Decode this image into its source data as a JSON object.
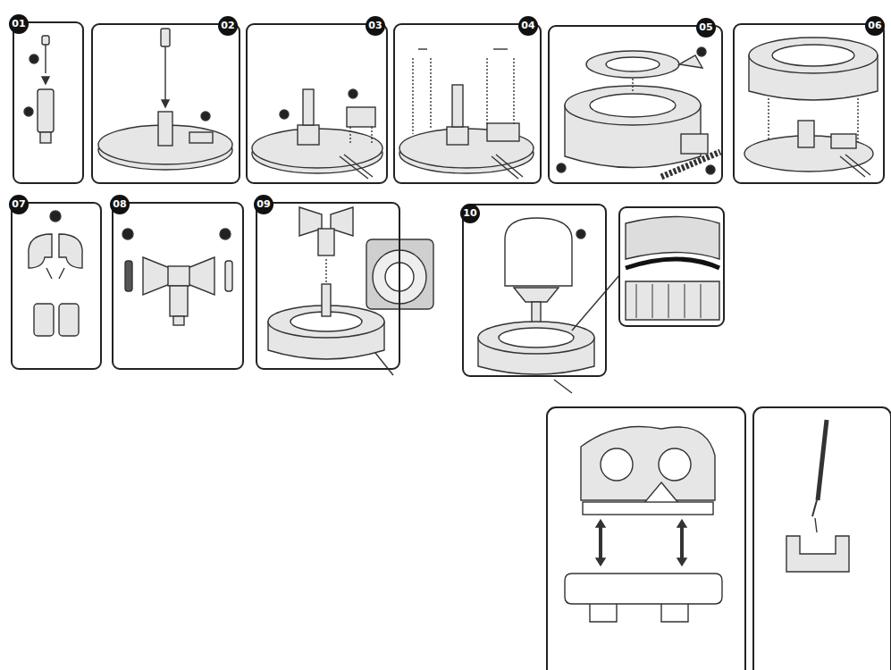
{
  "diagram": {
    "nodes": [
      {
        "text": [
          "01"
        ]
      },
      {
        "text": [
          "02"
        ]
      },
      {
        "text": [
          "03"
        ]
      },
      {
        "text": [
          "04"
        ]
      },
      {
        "text": [
          "05"
        ]
      },
      {
        "text": [
          "06"
        ]
      },
      {
        "text": [
          "07"
        ]
      },
      {
        "text": [
          "08"
        ]
      },
      {
        "text": [
          "09"
        ]
      },
      {
        "text": [
          "10"
        ]
      }
    ]
  }
}
